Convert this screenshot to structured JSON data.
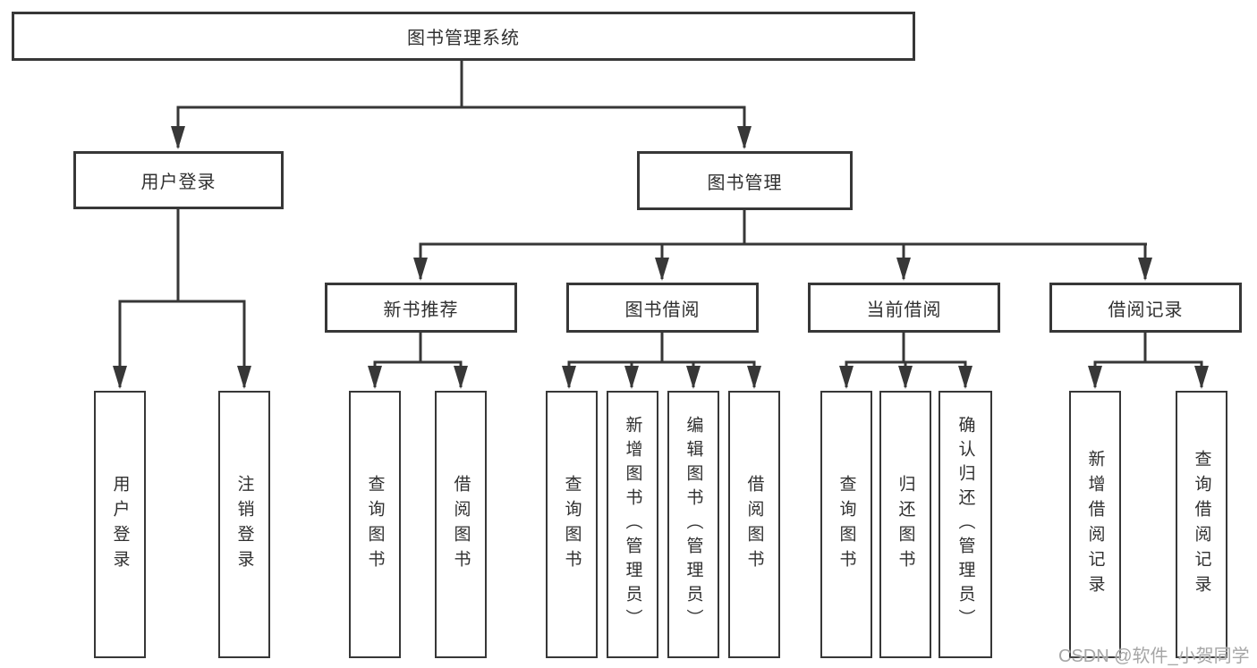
{
  "colors": {
    "background": "#ffffff",
    "line": "#373737",
    "box_border": "#373737",
    "text": "#303030",
    "watermark": "#a6a6a6"
  },
  "watermark": {
    "text": "CSDN @软件_小贺同学"
  },
  "tree": {
    "label": "图书管理系统",
    "children": [
      {
        "label": "用户登录",
        "children": [
          {
            "label": "用户登录"
          },
          {
            "label": "注销登录"
          }
        ]
      },
      {
        "label": "图书管理",
        "children": [
          {
            "label": "新书推荐",
            "children": [
              {
                "label": "查询图书"
              },
              {
                "label": "借阅图书"
              }
            ]
          },
          {
            "label": "图书借阅",
            "children": [
              {
                "label": "查询图书"
              },
              {
                "label": "新增图书（管理员）"
              },
              {
                "label": "编辑图书（管理员）"
              },
              {
                "label": "借阅图书"
              }
            ]
          },
          {
            "label": "当前借阅",
            "children": [
              {
                "label": "查询图书"
              },
              {
                "label": "归还图书"
              },
              {
                "label": "确认归还（管理员）"
              }
            ]
          },
          {
            "label": "借阅记录",
            "children": [
              {
                "label": "新增借阅记录"
              },
              {
                "label": "查询借阅记录"
              }
            ]
          }
        ]
      }
    ]
  }
}
